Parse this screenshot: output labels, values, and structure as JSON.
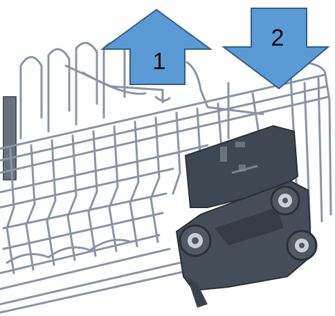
{
  "arrows": [
    {
      "label": "1",
      "direction": "up"
    },
    {
      "label": "2",
      "direction": "down"
    }
  ],
  "colors": {
    "arrow_fill": "#5b9bd5",
    "arrow_stroke": "#2f5d8a",
    "wire": "#8a94a3",
    "wire_dark": "#5d6672",
    "bracket": "#3f4752",
    "bracket_shadow": "#2b3038",
    "wheel": "#505862",
    "wheel_hub": "#c9cfd6"
  }
}
